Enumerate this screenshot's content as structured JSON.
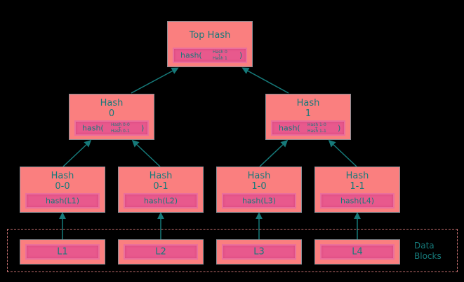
{
  "top": {
    "title": "Top Hash",
    "hash_prefix": "hash(",
    "args": [
      "Hash 0",
      "+",
      "Hash 1"
    ],
    "hash_suffix": ")"
  },
  "h0": {
    "title_line1": "Hash",
    "title_line2": "0",
    "hash_prefix": "hash(",
    "args": [
      "Hash 0-0",
      "+",
      "Hash 0-1"
    ],
    "hash_suffix": ")"
  },
  "h1": {
    "title_line1": "Hash",
    "title_line2": "1",
    "hash_prefix": "hash(",
    "args": [
      "Hash 1-0",
      "+",
      "Hash 1-1"
    ],
    "hash_suffix": ")"
  },
  "leaves": [
    {
      "title_line1": "Hash",
      "title_line2": "0-0",
      "hash": "hash(L1)"
    },
    {
      "title_line1": "Hash",
      "title_line2": "0-1",
      "hash": "hash(L2)"
    },
    {
      "title_line1": "Hash",
      "title_line2": "1-0",
      "hash": "hash(L3)"
    },
    {
      "title_line1": "Hash",
      "title_line2": "1-1",
      "hash": "hash(L4)"
    }
  ],
  "blocks": [
    "L1",
    "L2",
    "L3",
    "L4"
  ],
  "data_blocks_label": [
    "Data",
    "Blocks"
  ],
  "colors": {
    "node": "#fa7f7f",
    "inner": "#e8598d",
    "text": "#167a7a",
    "arrow": "#167a7a",
    "background": "#000000"
  }
}
